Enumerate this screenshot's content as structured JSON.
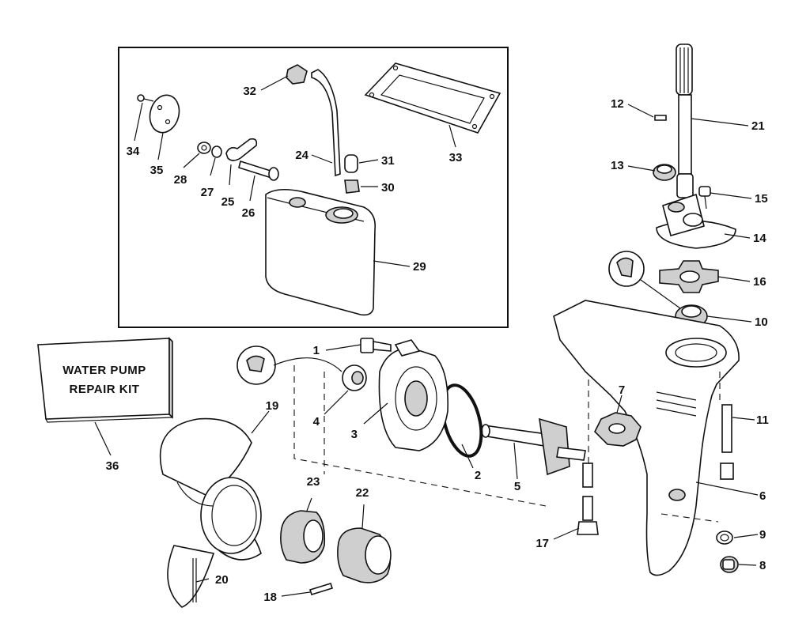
{
  "kit_label": {
    "line1": "WATER PUMP",
    "line2": "REPAIR KIT"
  },
  "callouts": [
    "1",
    "2",
    "3",
    "4",
    "5",
    "6",
    "7",
    "8",
    "9",
    "10",
    "11",
    "12",
    "13",
    "14",
    "15",
    "16",
    "17",
    "18",
    "19",
    "20",
    "21",
    "22",
    "23",
    "24",
    "25",
    "26",
    "27",
    "28",
    "29",
    "30",
    "31",
    "32",
    "33",
    "34",
    "35",
    "36"
  ]
}
